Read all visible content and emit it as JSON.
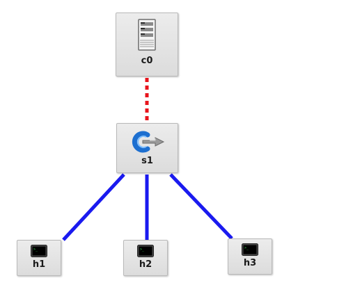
{
  "topology": {
    "nodes": [
      {
        "id": "c0",
        "label": "c0",
        "type": "controller",
        "icon": "server-icon"
      },
      {
        "id": "s1",
        "label": "s1",
        "type": "switch",
        "icon": "switch-icon"
      },
      {
        "id": "h1",
        "label": "h1",
        "type": "host",
        "icon": "terminal-icon"
      },
      {
        "id": "h2",
        "label": "h2",
        "type": "host",
        "icon": "terminal-icon"
      },
      {
        "id": "h3",
        "label": "h3",
        "type": "host",
        "icon": "terminal-icon"
      }
    ],
    "links": [
      {
        "from": "c0",
        "to": "s1",
        "style": "dashed",
        "color": "#e8141c"
      },
      {
        "from": "s1",
        "to": "h1",
        "style": "solid",
        "color": "#1a1aef"
      },
      {
        "from": "s1",
        "to": "h2",
        "style": "solid",
        "color": "#1a1aef"
      },
      {
        "from": "s1",
        "to": "h3",
        "style": "solid",
        "color": "#1a1aef"
      }
    ]
  }
}
